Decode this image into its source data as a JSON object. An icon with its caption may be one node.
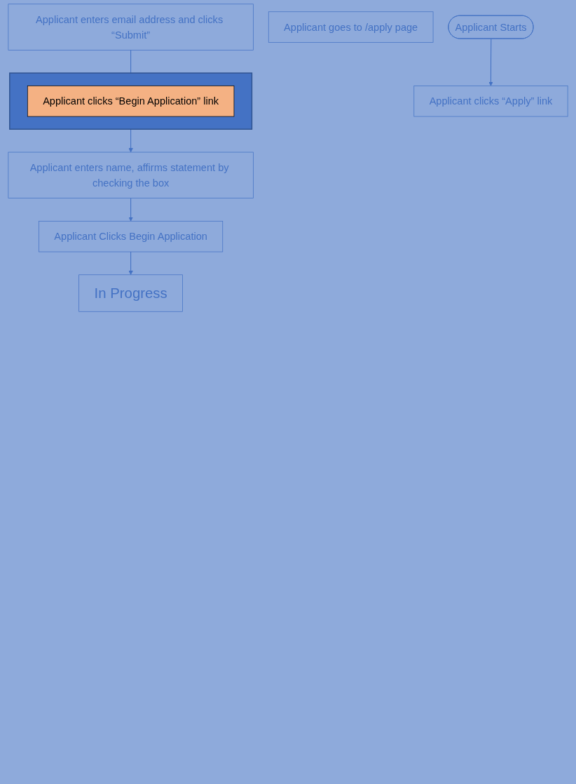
{
  "diagram": {
    "nodes": [
      {
        "text": [
          "Applicant Starts"
        ]
      },
      {
        "text": [
          "Applicant clicks “Apply” link"
        ]
      },
      {
        "text": [
          "Applicant goes to /apply page"
        ]
      },
      {
        "text": [
          "Applicant enters email address and clicks “Submit”"
        ]
      },
      {
        "text": [],
        "shape": "box"
      },
      {
        "text": [
          "Applicant clicks “Begin Application” link"
        ],
        "in": 4
      },
      {
        "text": [
          "Applicant enters name, affirms statement by checking the box"
        ]
      },
      {
        "text": [
          "Applicant Clicks Begin Application"
        ]
      },
      {
        "text": [
          "In Progress"
        ]
      }
    ],
    "edges": [
      {
        "from": 0,
        "to": 1,
        "arrow": "to"
      },
      {
        "from": 3,
        "to": 4,
        "arrow": "none"
      },
      {
        "from": 4,
        "to": 6,
        "arrow": "to"
      },
      {
        "from": 6,
        "to": 7,
        "arrow": "to"
      },
      {
        "from": 7,
        "to": 8,
        "arrow": "to"
      }
    ]
  }
}
